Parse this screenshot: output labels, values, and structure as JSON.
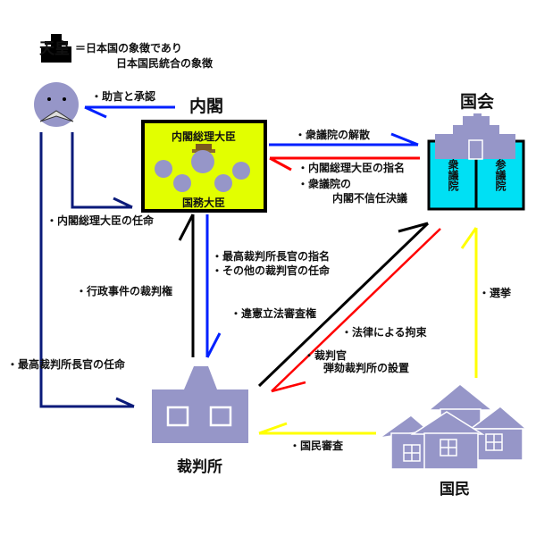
{
  "colors": {
    "navy": "#0a1a7a",
    "blue": "#0020ff",
    "red": "#ff0000",
    "yellow": "#ffff00",
    "black": "#000000",
    "purple": "#9696c8",
    "cabinet_fill": "#e2ff00",
    "diet_fill": "#00e0f4"
  },
  "emperor": {
    "title": "天皇",
    "desc_line1": "＝日本国の象徴であり",
    "desc_line2": "日本国民統合の象徴"
  },
  "cabinet": {
    "title": "内閣",
    "pm": "内閣総理大臣",
    "ministers": "国務大臣"
  },
  "diet": {
    "title": "国会",
    "lower": "衆議院",
    "upper": "参議院"
  },
  "court": {
    "title": "裁判所"
  },
  "people": {
    "title": "国民"
  },
  "relations": {
    "advice": "・助言と承認",
    "appoint_pm": "・内閣総理大臣の任命",
    "appoint_chief": "・最高裁判所長官の任命",
    "dissolution": "・衆議院の解散",
    "nominate_pm": "・内閣総理大臣の指名",
    "no_confidence_1": "・衆議院の",
    "no_confidence_2": "内閣不信任決議",
    "nominate_chief": "・最高裁判所長官の指名",
    "appoint_judges": "・その他の裁判官の任命",
    "admin_jurisdiction": "・行政事件の裁判権",
    "judicial_review": "・違憲立法審査権",
    "bound_by_law": "・法律による拘束",
    "impeach_1": "・裁判官",
    "impeach_2": "弾劾裁判所の設置",
    "election": "・選挙",
    "national_review": "・国民審査"
  }
}
